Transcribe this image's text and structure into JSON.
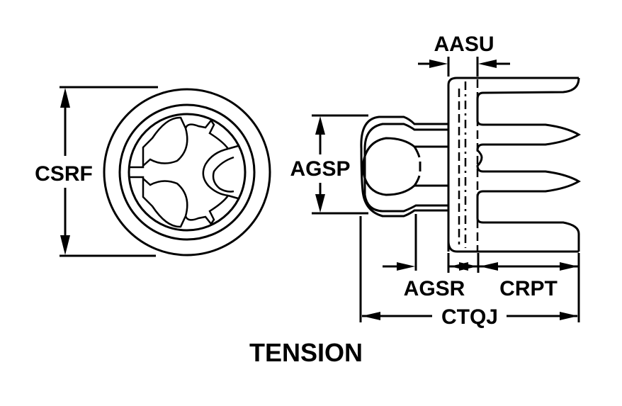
{
  "diagram": {
    "caption": "TENSION",
    "front_view": {
      "dimension_labels": {
        "outer_diameter": "CSRF"
      }
    },
    "side_view": {
      "dimension_labels": {
        "plate_thickness": "AASU",
        "head_diameter": "AGSP",
        "stem_length": "AGSR",
        "prong_length": "CRPT",
        "overall_length": "CTQJ"
      }
    },
    "colors": {
      "line": "#000000",
      "background": "#ffffff"
    }
  }
}
